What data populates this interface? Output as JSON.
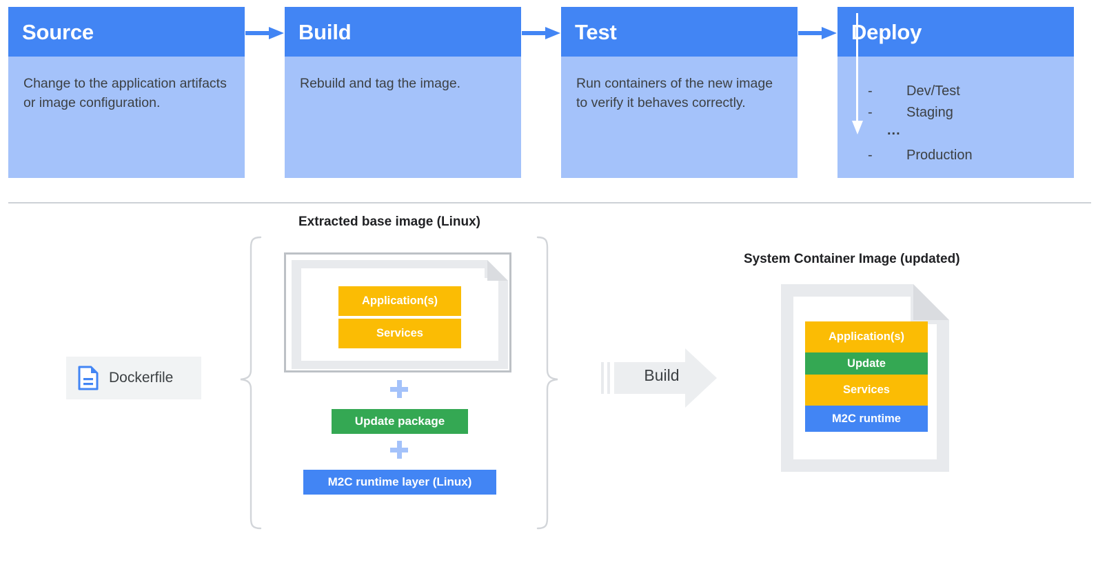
{
  "pipeline": {
    "stages": [
      {
        "title": "Source",
        "body": "Change to the application artifacts or image configuration."
      },
      {
        "title": "Build",
        "body": "Rebuild and tag the image."
      },
      {
        "title": "Test",
        "body": "Run containers of the new image to verify it behaves correctly."
      },
      {
        "title": "Deploy",
        "body": ""
      }
    ],
    "deploy_list": {
      "items": [
        {
          "dash": "-",
          "label": "Dev/Test"
        },
        {
          "dash": "-",
          "label": "Staging"
        }
      ],
      "ellipsis": "...",
      "final": {
        "dash": "-",
        "label": "Production"
      }
    }
  },
  "diagram": {
    "extracted_label": "Extracted base image (Linux)",
    "system_label": "System Container Image (updated)",
    "dockerfile_label": "Dockerfile",
    "build_label": "Build",
    "plus_symbol": "+",
    "extracted_layers": [
      {
        "name": "Application(s)",
        "color": "#fbbc04"
      },
      {
        "name": "Services",
        "color": "#fbbc04"
      }
    ],
    "stack_layers": [
      {
        "name": "Update package",
        "color": "#34a853"
      },
      {
        "name": "M2C runtime layer (Linux)",
        "color": "#4285f4"
      }
    ],
    "system_layers": [
      {
        "name": "Application(s)",
        "color": "#fbbc04"
      },
      {
        "name": "Update",
        "color": "#34a853"
      },
      {
        "name": "Services",
        "color": "#fbbc04"
      },
      {
        "name": "M2C runtime",
        "color": "#4285f4"
      }
    ]
  },
  "colors": {
    "header_blue": "#4285f4",
    "body_blue": "#a4c2fa",
    "yellow": "#fbbc04",
    "green": "#34a853",
    "blue": "#4285f4",
    "gray_border": "#bdc1c6",
    "gray_fill": "#e8eaed",
    "chip_bg": "#f1f3f4",
    "text_dark": "#3c4043",
    "divider": "#cdd1d6",
    "plus_blue": "#a4c2fa"
  }
}
